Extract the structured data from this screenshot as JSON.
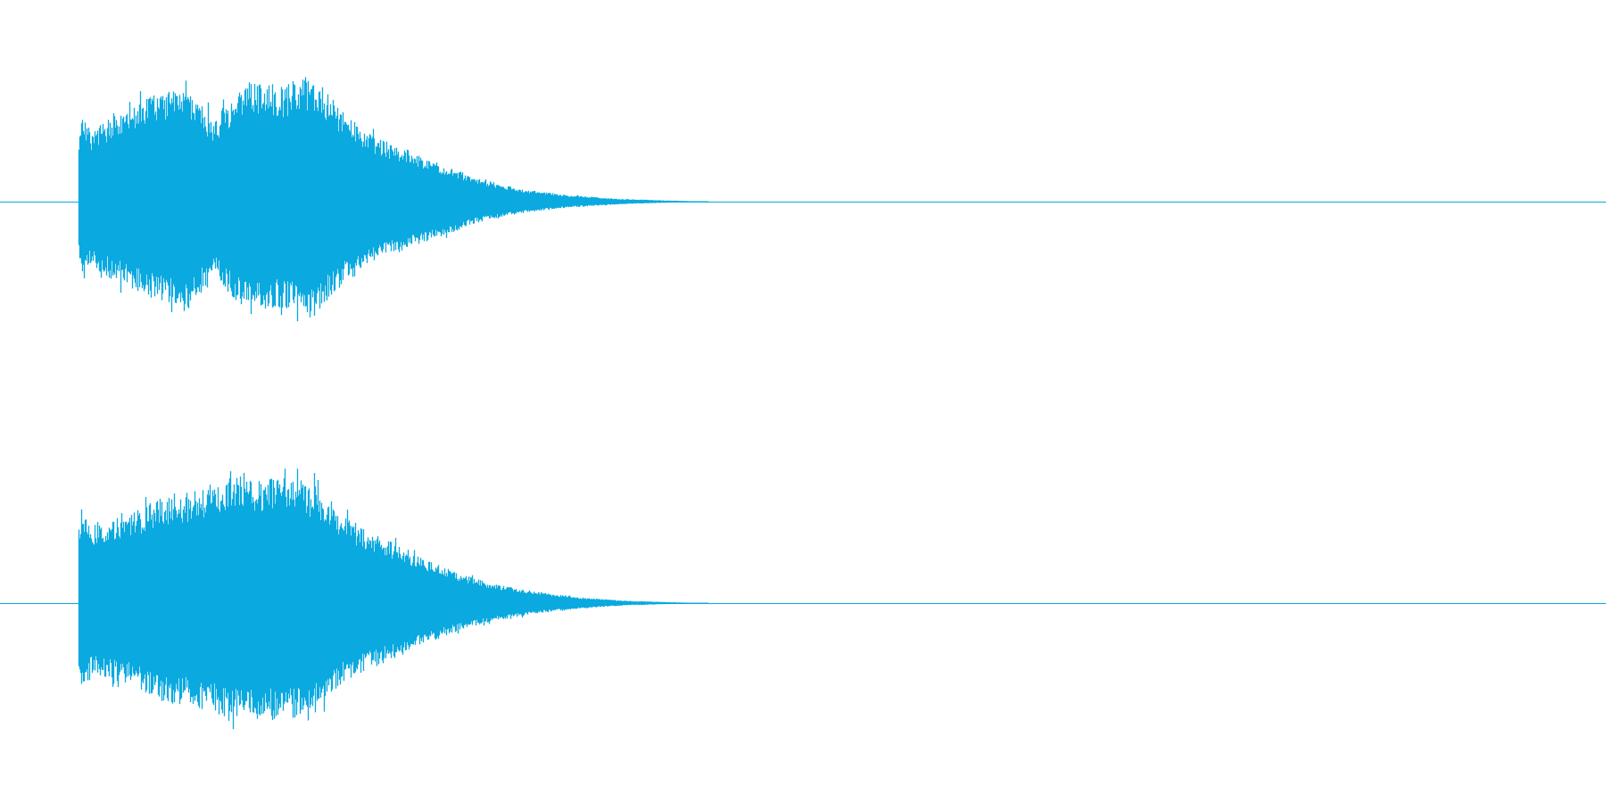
{
  "colors": {
    "background": "#ffffff",
    "waveform": "#0aa9e0",
    "baseline": "#0aa9e0"
  },
  "channels": [
    {
      "name": "",
      "profile": [
        [
          0.0,
          0.4
        ],
        [
          0.005,
          0.55
        ],
        [
          0.02,
          0.43
        ],
        [
          0.04,
          0.5
        ],
        [
          0.06,
          0.54
        ],
        [
          0.09,
          0.6
        ],
        [
          0.12,
          0.68
        ],
        [
          0.15,
          0.7
        ],
        [
          0.17,
          0.76
        ],
        [
          0.19,
          0.64
        ],
        [
          0.205,
          0.56
        ],
        [
          0.215,
          0.5
        ],
        [
          0.23,
          0.6
        ],
        [
          0.27,
          0.75
        ],
        [
          0.32,
          0.72
        ],
        [
          0.37,
          0.8
        ],
        [
          0.41,
          0.6
        ],
        [
          0.44,
          0.5
        ],
        [
          0.47,
          0.4
        ],
        [
          0.52,
          0.33
        ],
        [
          0.58,
          0.23
        ],
        [
          0.63,
          0.15
        ],
        [
          0.7,
          0.08
        ],
        [
          0.78,
          0.04
        ],
        [
          0.86,
          0.018
        ],
        [
          0.93,
          0.008
        ],
        [
          1.0,
          0.0
        ]
      ],
      "seed": 7
    },
    {
      "name": "",
      "profile": [
        [
          0.0,
          0.52
        ],
        [
          0.005,
          0.62
        ],
        [
          0.02,
          0.48
        ],
        [
          0.05,
          0.52
        ],
        [
          0.08,
          0.55
        ],
        [
          0.11,
          0.62
        ],
        [
          0.14,
          0.68
        ],
        [
          0.18,
          0.7
        ],
        [
          0.22,
          0.76
        ],
        [
          0.26,
          0.8
        ],
        [
          0.3,
          0.78
        ],
        [
          0.34,
          0.8
        ],
        [
          0.38,
          0.72
        ],
        [
          0.42,
          0.55
        ],
        [
          0.46,
          0.45
        ],
        [
          0.5,
          0.38
        ],
        [
          0.55,
          0.28
        ],
        [
          0.6,
          0.19
        ],
        [
          0.66,
          0.12
        ],
        [
          0.73,
          0.07
        ],
        [
          0.8,
          0.035
        ],
        [
          0.87,
          0.015
        ],
        [
          0.94,
          0.006
        ],
        [
          1.0,
          0.0
        ]
      ],
      "seed": 13
    }
  ]
}
